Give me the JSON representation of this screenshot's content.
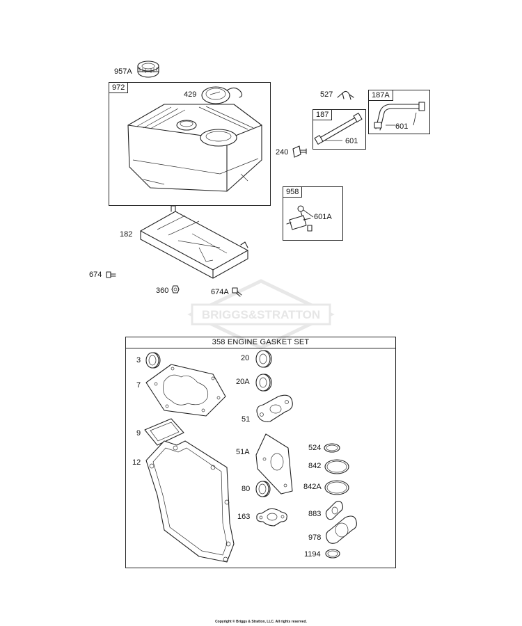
{
  "watermark": "BRIGGS&STRATTON",
  "callouts": {
    "c957A": "957A",
    "c972": "972",
    "c429": "429",
    "c527": "527",
    "c187A": "187A",
    "c187": "187",
    "c601a": "601",
    "c601b": "601",
    "c240": "240",
    "c958": "958",
    "c601A": "601A",
    "c182": "182",
    "c674": "674",
    "c360": "360",
    "c674A": "674A"
  },
  "gasket_set": {
    "title": "358 ENGINE GASKET SET",
    "items": {
      "g3": "3",
      "g7": "7",
      "g9": "9",
      "g12": "12",
      "g20": "20",
      "g20A": "20A",
      "g51": "51",
      "g51A": "51A",
      "g80": "80",
      "g163": "163",
      "g524": "524",
      "g842": "842",
      "g842A": "842A",
      "g883": "883",
      "g978": "978",
      "g1194": "1194"
    }
  },
  "copyright": "Copyright © Briggs & Stratton, LLC. All rights reserved."
}
